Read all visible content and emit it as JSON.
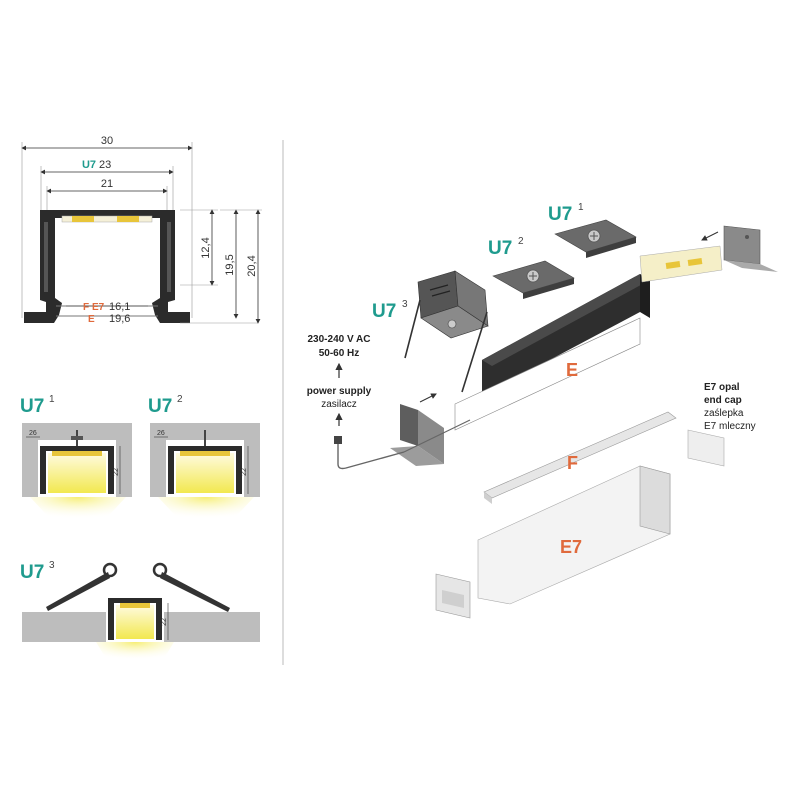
{
  "cross_section": {
    "dim_30": "30",
    "dim_u7_label": "U7",
    "dim_23": "23",
    "dim_21": "21",
    "dim_12_4": "12,4",
    "dim_19_5": "19,5",
    "dim_20_4": "20,4",
    "label_f": "F",
    "label_e7": "E7",
    "dim_16_1": "16,1",
    "label_e": "E",
    "dim_19_6": "19,6"
  },
  "variants": {
    "v1": {
      "name": "U7",
      "sup": "1",
      "w": "26",
      "h": "22"
    },
    "v2": {
      "name": "U7",
      "sup": "2",
      "w": "26",
      "h": "22"
    },
    "v3": {
      "name": "U7",
      "sup": "3",
      "h": "22"
    }
  },
  "exploded": {
    "u7_1": {
      "name": "U7",
      "sup": "1"
    },
    "u7_2": {
      "name": "U7",
      "sup": "2"
    },
    "u7_3": {
      "name": "U7",
      "sup": "3"
    },
    "voltage": "230-240 V AC",
    "frequency": "50-60 Hz",
    "power_supply": "power supply",
    "zasilacz": "zasilacz",
    "label_e": "E",
    "label_f": "F",
    "label_e7": "E7",
    "endcap_line1": "E7 opal",
    "endcap_line2": "end cap",
    "endcap_line3": "zaślepka",
    "endcap_line4": "E7 mleczny"
  },
  "colors": {
    "accent_teal": "#1f9b8e",
    "accent_orange": "#e06a3c",
    "profile_black": "#2b2b2b",
    "led_yellow": "#f4ec7a",
    "wall_grey": "#bdbdbd"
  }
}
